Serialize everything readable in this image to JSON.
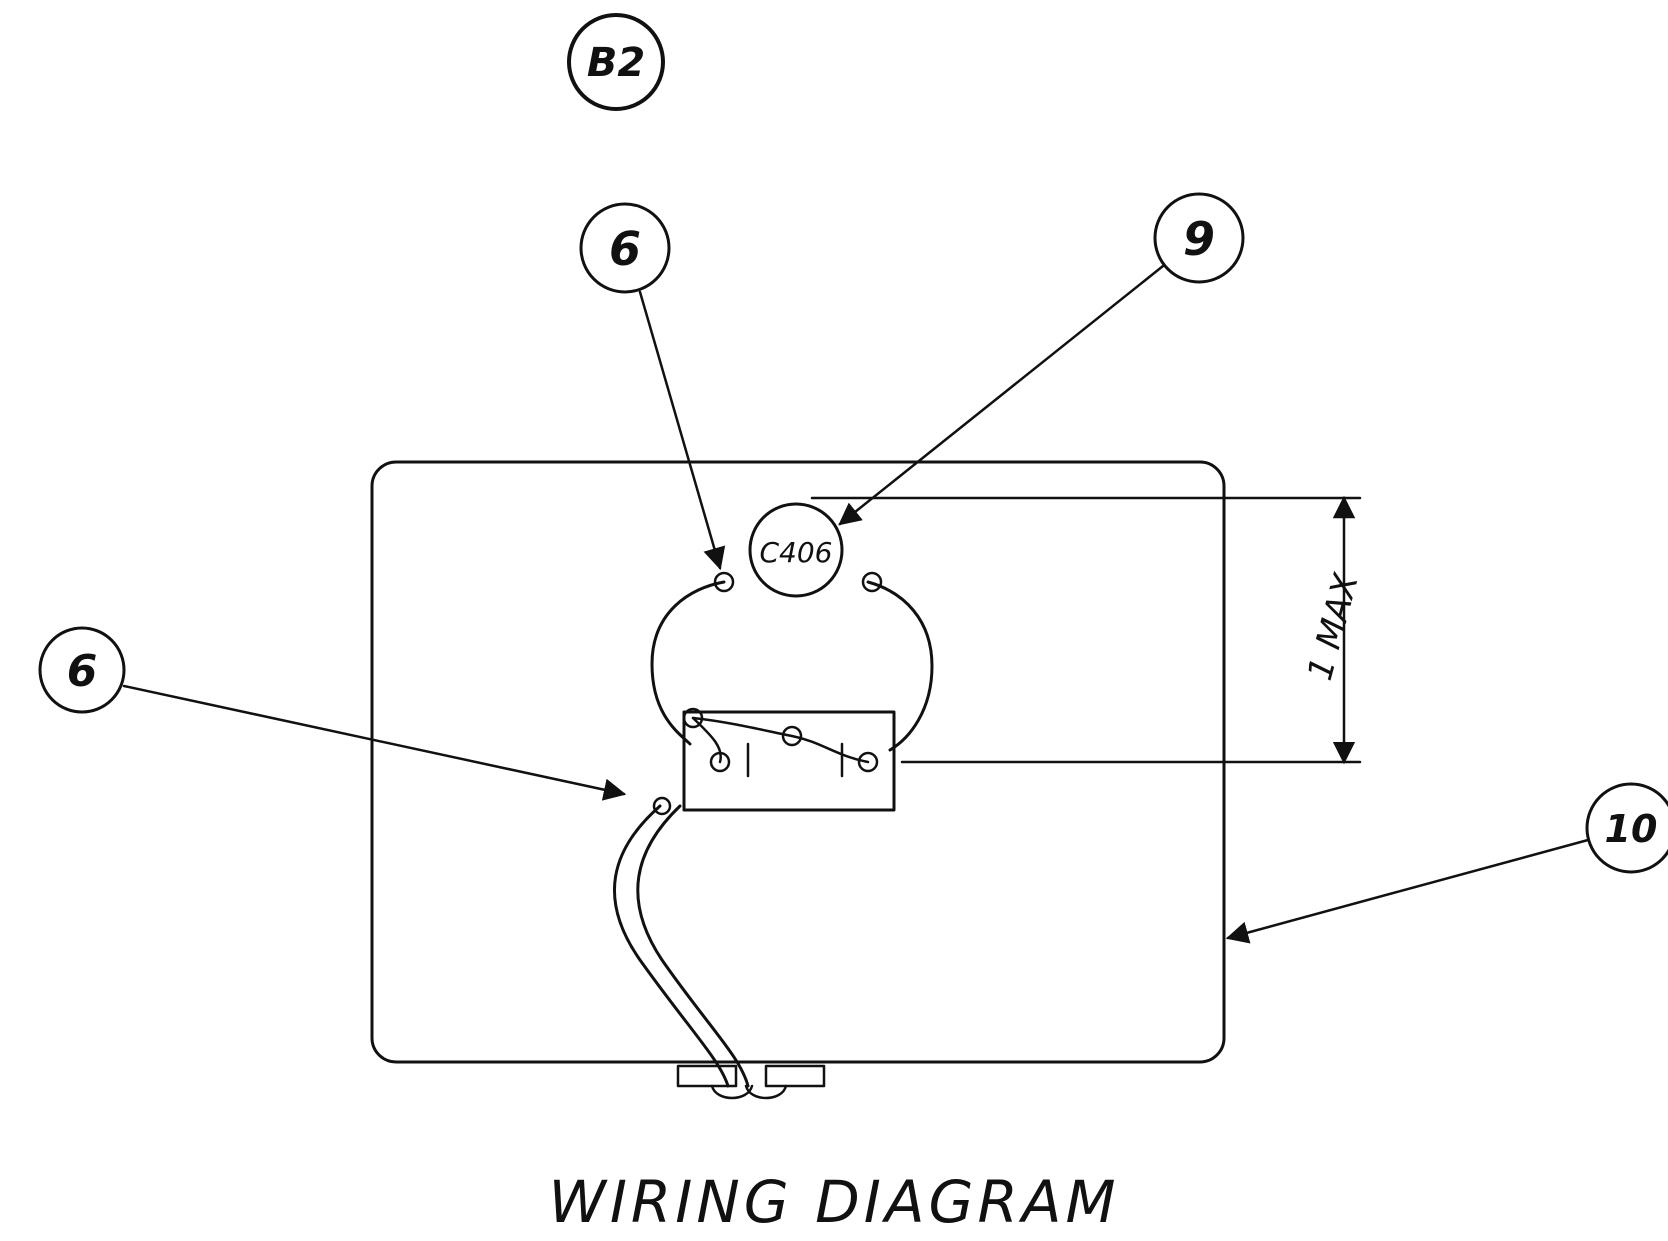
{
  "sheet_tag": "B2",
  "callouts": {
    "top_left": "6",
    "top_right": "9",
    "left": "6",
    "right": "10"
  },
  "component_label": "C406",
  "dimension_label": "1 MAX",
  "caption": "WIRING DIAGRAM",
  "colors": {
    "ink": "#111111",
    "paper": "#ffffff"
  }
}
